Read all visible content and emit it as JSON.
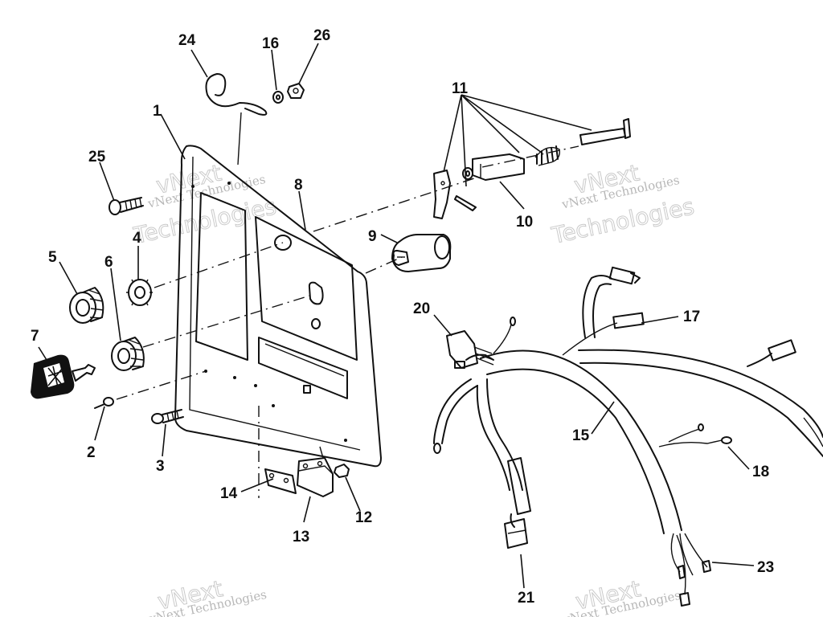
{
  "callouts": [
    {
      "id": "c1",
      "label": "1"
    },
    {
      "id": "c2",
      "label": "2"
    },
    {
      "id": "c3",
      "label": "3"
    },
    {
      "id": "c4",
      "label": "4"
    },
    {
      "id": "c5",
      "label": "5"
    },
    {
      "id": "c6",
      "label": "6"
    },
    {
      "id": "c7",
      "label": "7"
    },
    {
      "id": "c8",
      "label": "8"
    },
    {
      "id": "c9",
      "label": "9"
    },
    {
      "id": "c10",
      "label": "10"
    },
    {
      "id": "c11",
      "label": "11"
    },
    {
      "id": "c12",
      "label": "12"
    },
    {
      "id": "c13",
      "label": "13"
    },
    {
      "id": "c14",
      "label": "14"
    },
    {
      "id": "c15",
      "label": "15"
    },
    {
      "id": "c16",
      "label": "16"
    },
    {
      "id": "c17",
      "label": "17"
    },
    {
      "id": "c18",
      "label": "18"
    },
    {
      "id": "c20",
      "label": "20"
    },
    {
      "id": "c21",
      "label": "21"
    },
    {
      "id": "c23",
      "label": "23"
    },
    {
      "id": "c24",
      "label": "24"
    },
    {
      "id": "c25",
      "label": "25"
    },
    {
      "id": "c26",
      "label": "26"
    }
  ],
  "watermark": {
    "line1": "vNext Technologies",
    "line2": "vNext",
    "line3": "Technologies"
  }
}
